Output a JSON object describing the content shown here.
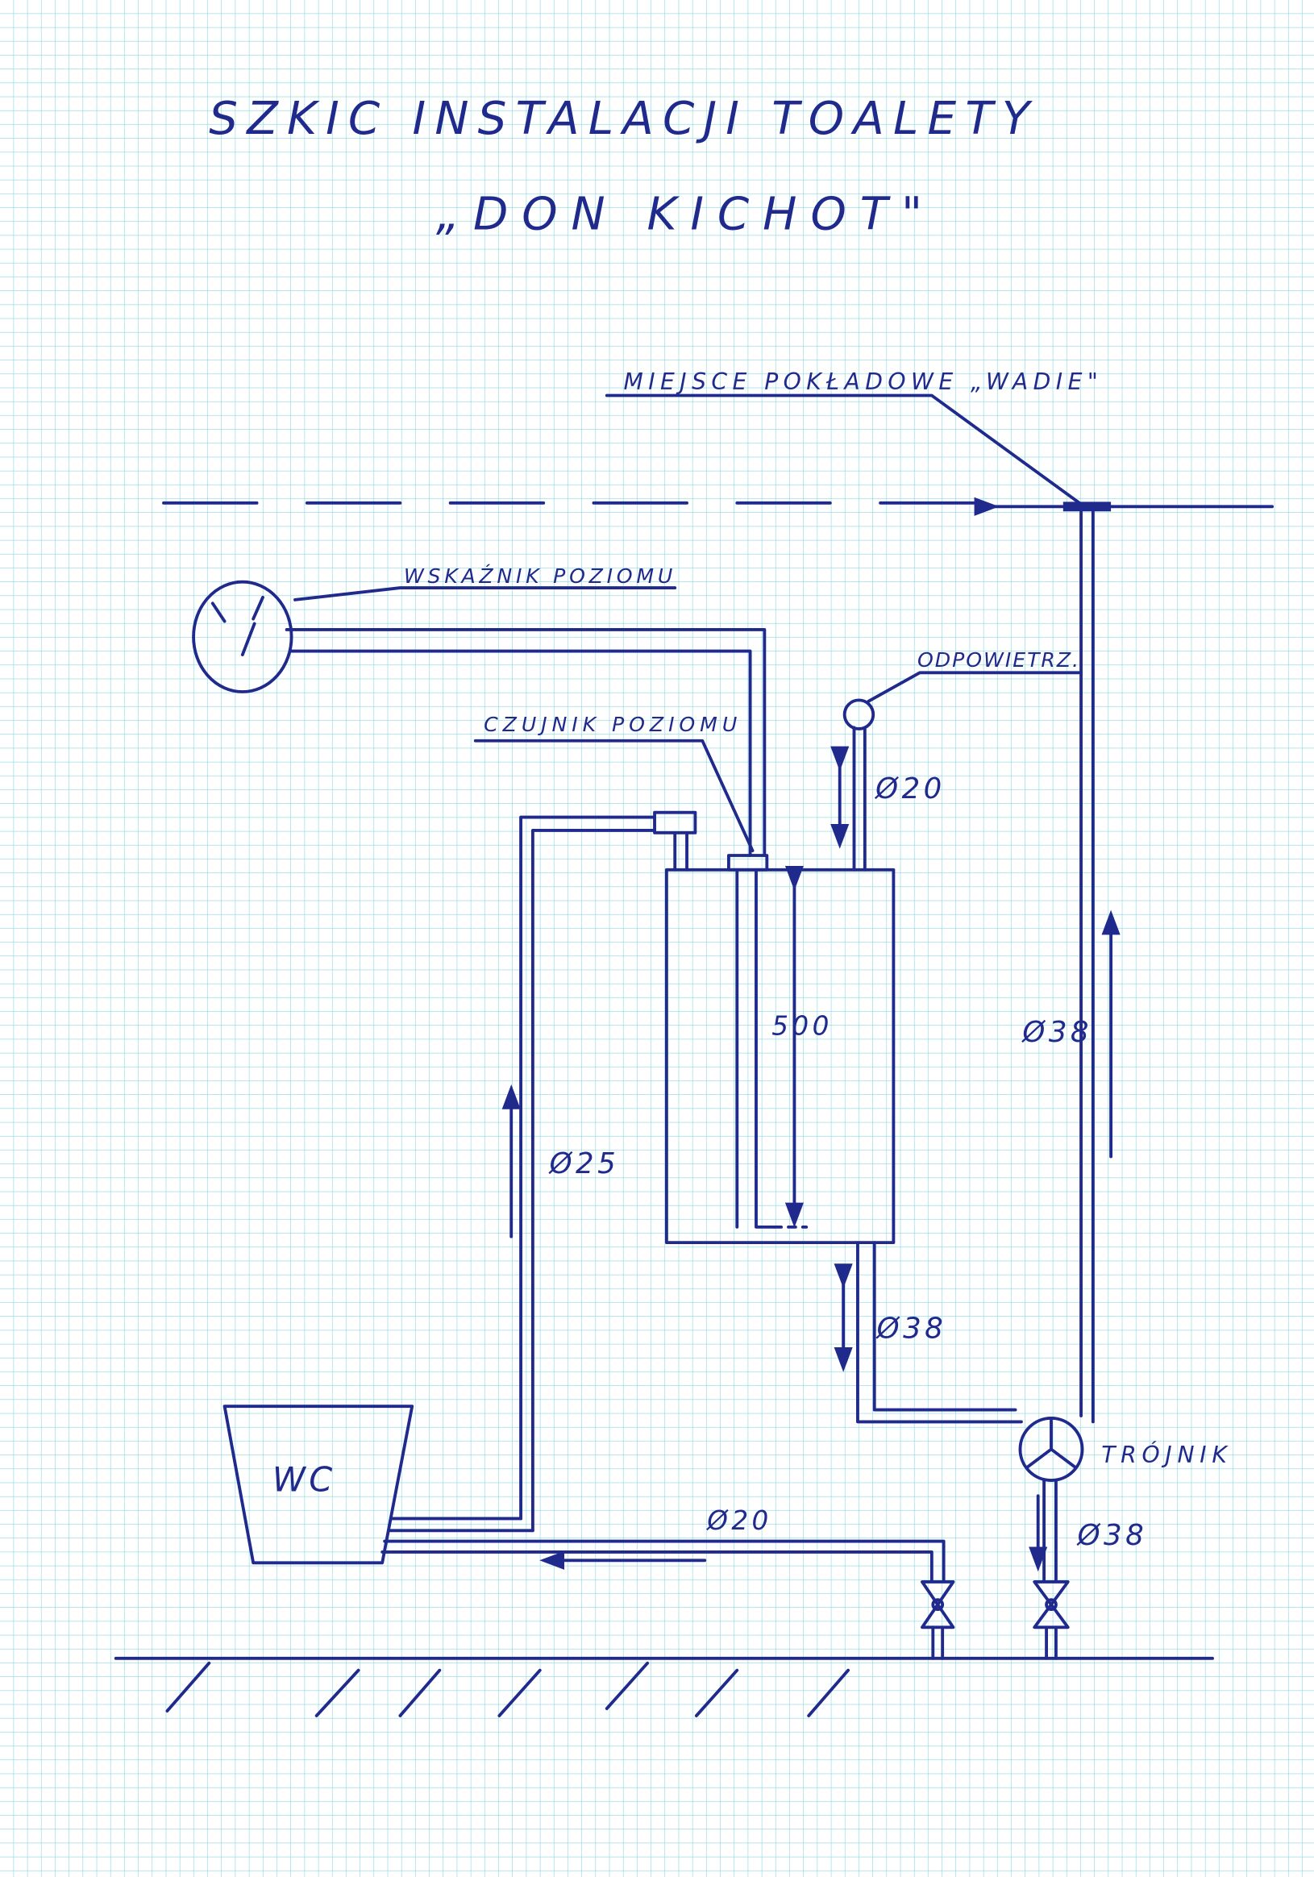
{
  "title": "SZKIC INSTALACJI TOALETY",
  "subtitle": "„DON KICHOT\"",
  "labels": {
    "waterline": "MIEJSCE POKŁADOWE „WADIE\"",
    "level_gauge": "WSKAŹNIK POZIOMU",
    "level_sensor": "CZUJNIK POZIOMU",
    "vent": "ODPOWIETRZ.",
    "tee": "TRÓJNIK",
    "wc": "WC"
  },
  "dimensions": {
    "vent_pipe": "Ø20",
    "flush_pipe": "Ø25",
    "tank_height": "500",
    "outlet_pipe": "Ø38",
    "discharge_pipe": "Ø38",
    "tee_outlet": "Ø38",
    "wc_pipe": "Ø20"
  },
  "colors": {
    "ink": "#1f2a8c",
    "grid": "#86d6df"
  }
}
